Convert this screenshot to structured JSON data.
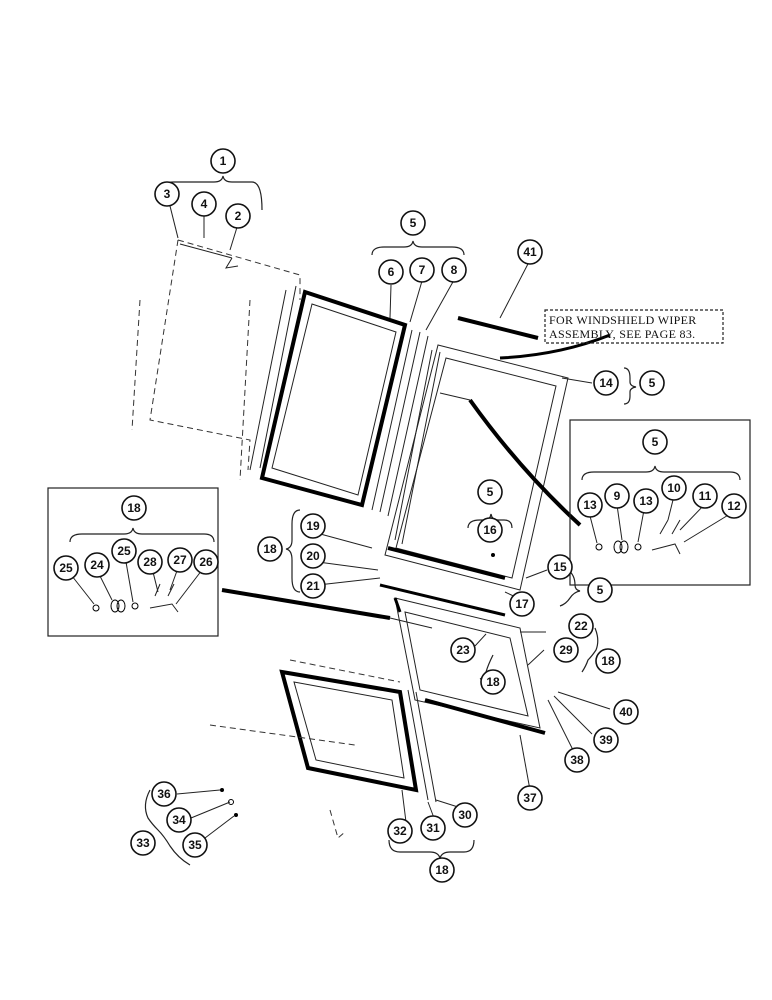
{
  "note": {
    "line1": "FOR WINDSHIELD WIPER",
    "line2": "ASSEMBLY, SEE PAGE 83."
  },
  "callouts": {
    "c1": "1",
    "c2": "2",
    "c3": "3",
    "c4": "4",
    "c5a": "5",
    "c5b": "5",
    "c5c": "5",
    "c5d": "5",
    "c5e": "5",
    "c6": "6",
    "c7": "7",
    "c8": "8",
    "c9": "9",
    "c10": "10",
    "c11": "11",
    "c12": "12",
    "c13a": "13",
    "c13b": "13",
    "c14": "14",
    "c15": "15",
    "c16": "16",
    "c17": "17",
    "c18a": "18",
    "c18b": "18",
    "c18c": "18",
    "c18d": "18",
    "c18e": "18",
    "c19": "19",
    "c20": "20",
    "c21": "21",
    "c22": "22",
    "c23": "23",
    "c24": "24",
    "c25a": "25",
    "c25b": "25",
    "c26": "26",
    "c27": "27",
    "c28": "28",
    "c29": "29",
    "c30": "30",
    "c31": "31",
    "c32": "32",
    "c33": "33",
    "c34": "34",
    "c35": "35",
    "c36": "36",
    "c37": "37",
    "c38": "38",
    "c39": "39",
    "c40": "40",
    "c41": "41"
  }
}
